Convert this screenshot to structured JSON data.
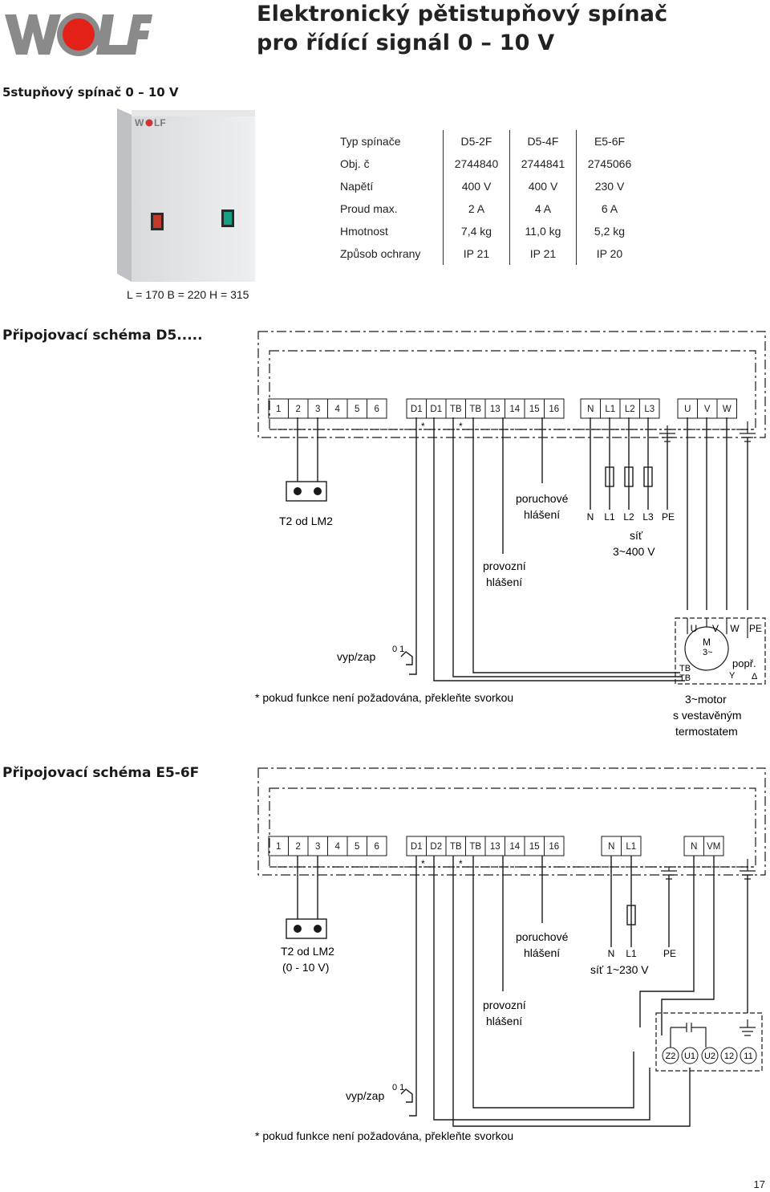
{
  "header": {
    "logo_text": "WOLF",
    "title_line1": "Elektronický pětistupňový spínač",
    "title_line2": "pro řídící signál 0 – 10 V"
  },
  "subtitle": "5stupňový spínač 0 – 10 V",
  "spec_table": {
    "rows": [
      {
        "label": "Typ spínače",
        "values": [
          "D5-2F",
          "D5-4F",
          "E5-6F"
        ]
      },
      {
        "label": "Obj. č",
        "values": [
          "2744840",
          "2744841",
          "2745066"
        ]
      },
      {
        "label": "Napětí",
        "values": [
          "400 V",
          "400 V",
          "230 V"
        ]
      },
      {
        "label": "Proud max.",
        "values": [
          "2 A",
          "4 A",
          "6 A"
        ]
      },
      {
        "label": "Hmotnost",
        "values": [
          "7,4 kg",
          "11,0 kg",
          "5,2 kg"
        ]
      },
      {
        "label": "Způsob ochrany",
        "values": [
          "IP 21",
          "IP 21",
          "IP 20"
        ]
      }
    ]
  },
  "dimensions": "L = 170  B = 220  H = 315",
  "schema_d5": {
    "heading": "Připojovací schéma D5.....",
    "terminals_a": [
      "1",
      "2",
      "3",
      "4",
      "5",
      "6"
    ],
    "terminals_b": [
      "D1",
      "D1",
      "TB",
      "TB",
      "13",
      "14",
      "15",
      "16"
    ],
    "terminals_c": [
      "N",
      "L1",
      "L2",
      "L3"
    ],
    "terminals_d": [
      "U",
      "V",
      "W"
    ],
    "star": "*",
    "t2_label": "T2 od LM2",
    "fault_line1": "poruchové",
    "fault_line2": "hlášení",
    "oper_line1": "provozní",
    "oper_line2": "hlášení",
    "mains_terms": [
      "N",
      "L1",
      "L2",
      "L3",
      "PE"
    ],
    "mains_line1": "síť",
    "mains_line2": "3~400 V",
    "switch_label": "vyp/zap",
    "switch_pos": "0 1",
    "motor_terms": [
      "U",
      "V",
      "W",
      "PE"
    ],
    "motor_m": "M",
    "motor_phase": "3~",
    "motor_tb1": "TB",
    "motor_tb2": "TB",
    "motor_popr": "popř.",
    "motor_y": "Y",
    "motor_delta": "Δ",
    "note": "*  pokud funkce není požadována, překleňte svorkou",
    "motor_caption_1": "3~motor",
    "motor_caption_2": "s vestavěným",
    "motor_caption_3": "termostatem"
  },
  "schema_e5": {
    "heading": "Připojovací schéma E5-6F",
    "terminals_a": [
      "1",
      "2",
      "3",
      "4",
      "5",
      "6"
    ],
    "terminals_b": [
      "D1",
      "D2",
      "TB",
      "TB",
      "13",
      "14",
      "15",
      "16"
    ],
    "terminals_c": [
      "N",
      "L1"
    ],
    "terminals_d": [
      "N",
      "VM"
    ],
    "star": "*",
    "t2_line1": "T2 od LM2",
    "t2_line2": "(0 - 10 V)",
    "fault_line1": "poruchové",
    "fault_line2": "hlášení",
    "oper_line1": "provozní",
    "oper_line2": "hlášení",
    "mains_terms": [
      "N",
      "L1",
      "PE"
    ],
    "mains_label": "síť 1~230 V",
    "motor_terms": [
      "Z2",
      "U1",
      "U2",
      "12",
      "11"
    ],
    "switch_label": "vyp/zap",
    "switch_pos": "0 1",
    "note": "*  pokud funkce není požadována, překleňte svorkou"
  },
  "page_number": "17",
  "colors": {
    "logo_red": "#e32119",
    "logo_gray": "#8a8a8a",
    "line": "#1a1a1a"
  }
}
